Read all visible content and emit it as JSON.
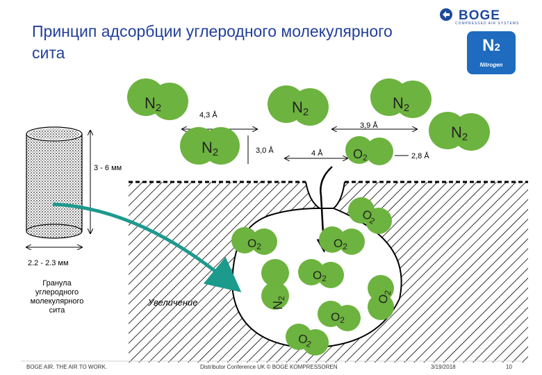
{
  "title": "Принцип адсорбции углеродного молекулярного сита",
  "logo": {
    "brand": "BOGE",
    "tagline": "COMPRESSED AIR SYSTEMS"
  },
  "badge": {
    "symbol": "N",
    "subscript": "2",
    "label": "Nitrogen"
  },
  "molecules": {
    "n2_text": "N",
    "o2_text": "O",
    "subscript": "2"
  },
  "dimensions": {
    "d1": "4,3 Å",
    "d2": "3,9 Å",
    "d3": "3,0 Å",
    "d4": "4 Å",
    "d5": "2,8 Å",
    "height": "3 - 6 мм",
    "width": "2.2 - 2.3 мм"
  },
  "labels": {
    "granule_line1": "Гранула",
    "granule_line2": "углеродного",
    "granule_line3": "молекулярного",
    "granule_line4": "сита",
    "magnification": "Увеличение"
  },
  "footer": {
    "left": "BOGE AIR. THE AIR TO WORK.",
    "center": "Distributor Conference UK © BOGE KOMPRESSOREN",
    "date": "3/19/2018",
    "page": "10"
  },
  "colors": {
    "title": "#23409a",
    "molecule": "#6db33f",
    "arrow": "#1c9a8c",
    "brand": "#1e4a9a"
  }
}
